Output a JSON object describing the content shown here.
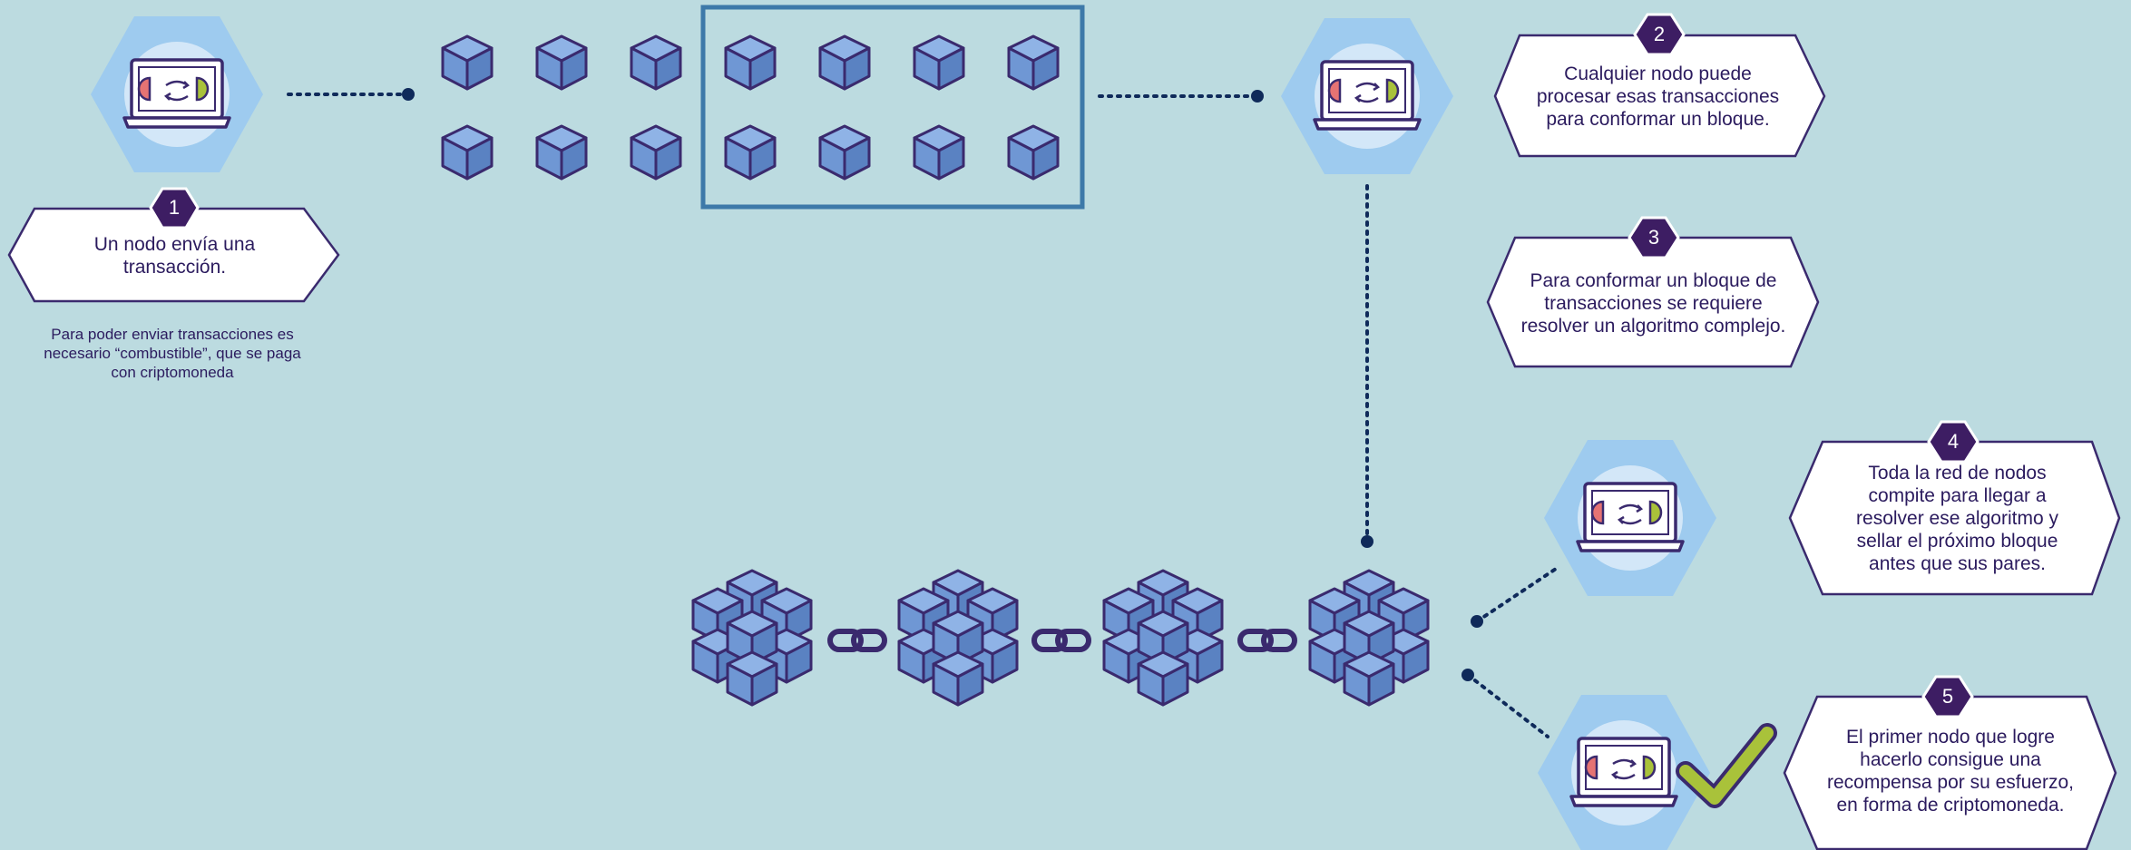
{
  "steps": [
    {
      "number": "1",
      "text": "Un nodo envía una transacción."
    },
    {
      "number": "2",
      "text": "Cualquier nodo puede procesar esas transacciones para conformar un bloque."
    },
    {
      "number": "3",
      "text": "Para conformar un bloque de transacciones se requiere resolver un algoritmo complejo."
    },
    {
      "number": "4",
      "text": "Toda la red de nodos compite para llegar a resolver ese algoritmo y sellar el próximo bloque antes que sus pares."
    },
    {
      "number": "5",
      "text": "El primer nodo que logre hacerlo consigue una recompensa por su esfuerzo, en forma de criptomoneda."
    }
  ],
  "note": "Para poder enviar transacciones es necesario “combustible”, que se paga con criptomoneda",
  "colors": {
    "background": "#bcdbe0",
    "hexagon": "#9ecbef",
    "cube_top": "#8fb3e6",
    "cube_left": "#6f97d4",
    "cube_right": "#5a82c2",
    "outline": "#3a2a6e",
    "badge": "#3d1d63",
    "check": "#a9c23a",
    "selection_frame": "#3d79a9",
    "dotted_line": "#0f2a5a"
  },
  "icons": [
    "laptop-node-icon",
    "cube-icon",
    "cube-cluster-icon",
    "chain-link-icon",
    "checkmark-icon"
  ]
}
